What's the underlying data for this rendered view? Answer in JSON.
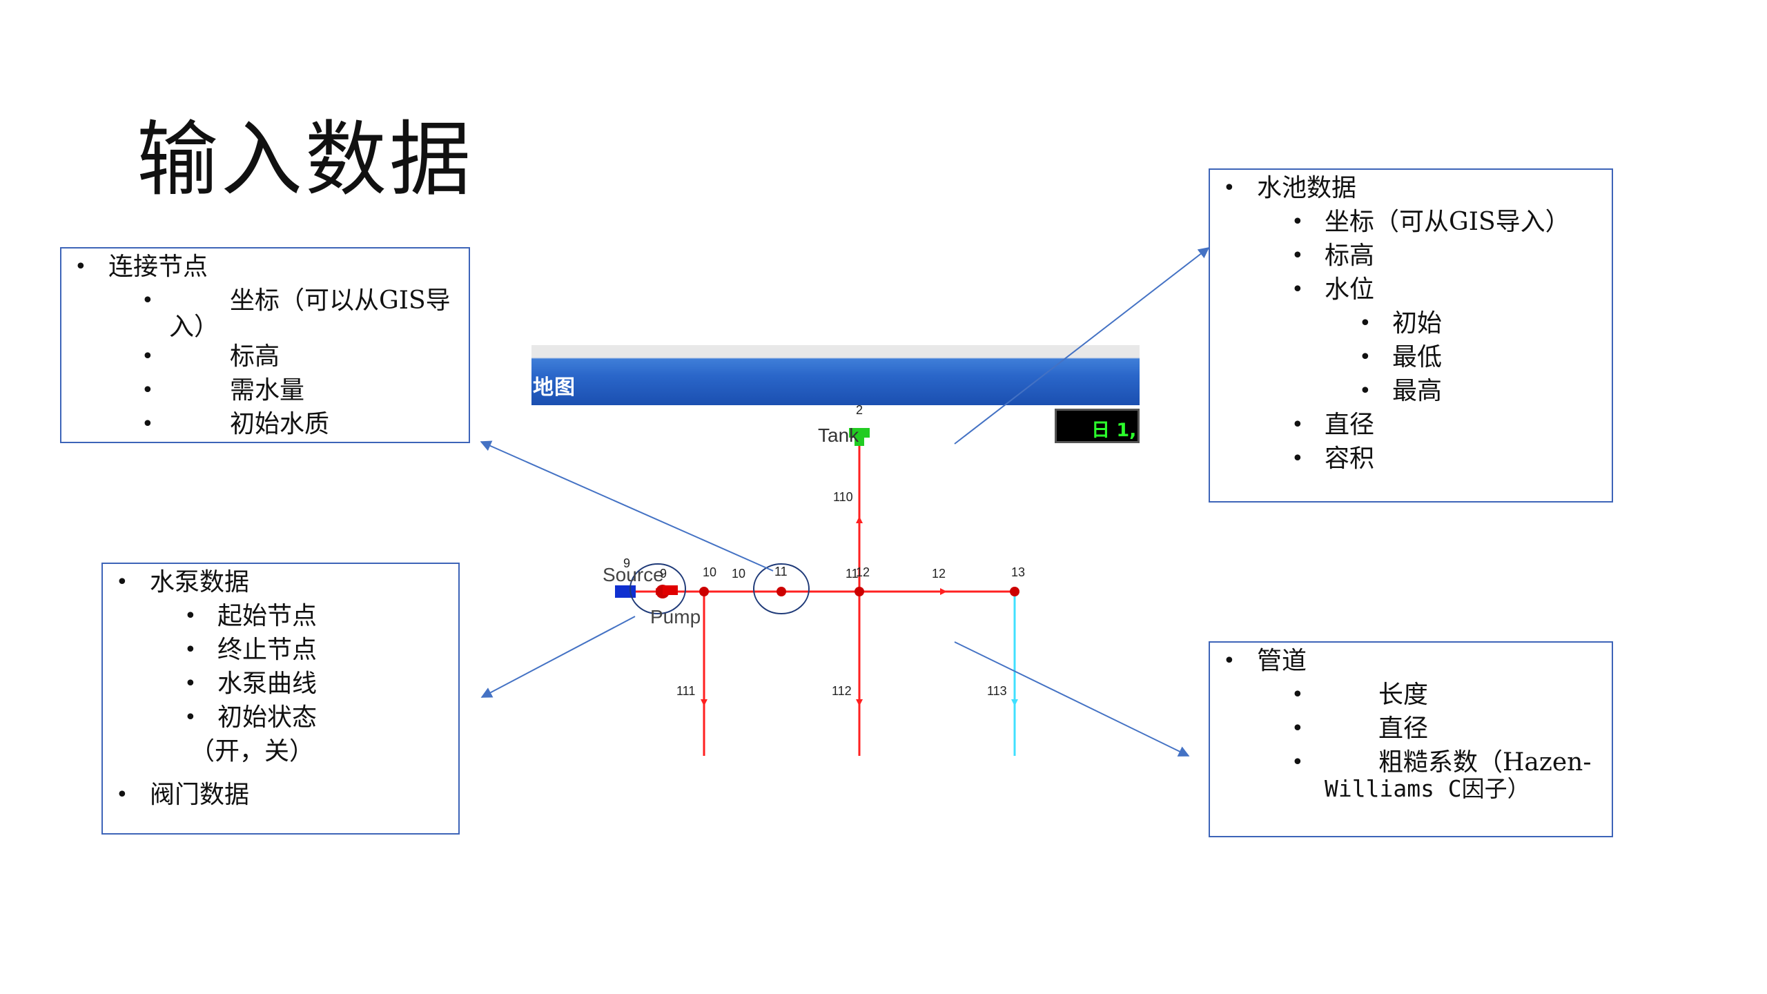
{
  "title": "输入数据",
  "junction_box": {
    "heading": "连接节点",
    "items": [
      "坐标（可以从GIS导",
      "入）",
      "标高",
      "需水量",
      "初始水质"
    ]
  },
  "tank_box": {
    "heading": "水池数据",
    "items": [
      "坐标（可从GIS导入）",
      "标高",
      "水位"
    ],
    "level_items": [
      "初始",
      "最低",
      "最高"
    ],
    "items_after": [
      "直径",
      "容积"
    ]
  },
  "pump_box": {
    "heading": "水泵数据",
    "items": [
      "起始节点",
      "终止节点",
      "水泵曲线",
      "初始状态",
      "（开，关）"
    ],
    "valve_heading": "阀门数据"
  },
  "pipe_box": {
    "heading": "管道",
    "items": [
      "长度",
      "直径",
      "粗糙系数（Hazen-",
      "Williams C因子）"
    ]
  },
  "map": {
    "window_title": "地图",
    "clock_text": "日 1,",
    "labels": {
      "tank": "Tank",
      "tank_id": "2",
      "source": "Source",
      "source_id": "9",
      "pump": "Pump",
      "pump_id": "9",
      "n10": "10",
      "p10": "10",
      "n11": "11",
      "p11": "11",
      "n12": "12",
      "p12": "12",
      "n13": "13",
      "p110": "110",
      "p111": "111",
      "p112": "112",
      "p113": "113"
    },
    "colors": {
      "pipe_active": "#ff2020",
      "pipe_inactive": "#40e0ff",
      "node": "#cc0000",
      "tank": "#22cc22",
      "source": "#1030d0",
      "callout": "#4472c4"
    }
  }
}
